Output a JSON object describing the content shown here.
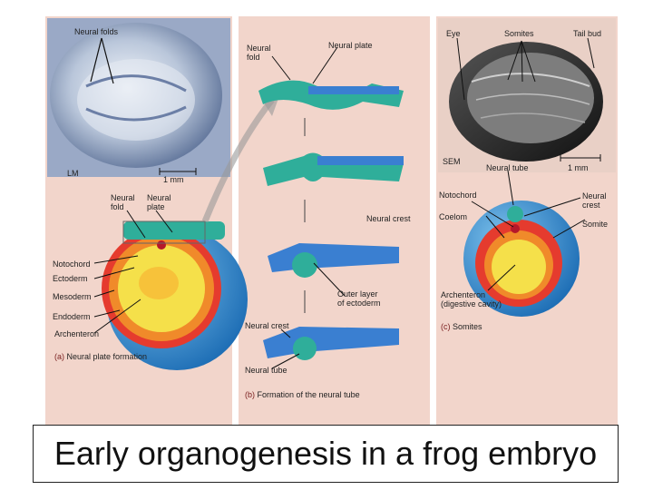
{
  "title": "Early organogenesis in a frog embryo",
  "panel_a": {
    "labels": {
      "neural_folds": "Neural folds",
      "lm": "LM",
      "scale": "1 mm",
      "neural_fold": "Neural\nfold",
      "neural_plate": "Neural\nplate",
      "notochord": "Notochord",
      "ectoderm": "Ectoderm",
      "mesoderm": "Mesoderm",
      "endoderm": "Endoderm",
      "archenteron": "Archenteron"
    },
    "caption_letter": "(a)",
    "caption_text": "Neural plate formation"
  },
  "panel_b": {
    "labels": {
      "neural_fold": "Neural\nfold",
      "neural_plate": "Neural plate",
      "neural_crest_1": "Neural crest",
      "outer_layer": "Outer layer\nof ectoderm",
      "neural_crest_2": "Neural crest",
      "neural_tube": "Neural tube"
    },
    "caption_letter": "(b)",
    "caption_text": "Formation of the neural tube"
  },
  "panel_c": {
    "labels": {
      "eye": "Eye",
      "somites": "Somites",
      "tail_bud": "Tail bud",
      "sem": "SEM",
      "neural_tube": "Neural tube",
      "scale": "1 mm",
      "notochord": "Notochord",
      "neural_crest": "Neural\ncrest",
      "coelom": "Coelom",
      "somite": "Somite",
      "archenteron": "Archenteron\n(digestive cavity)"
    },
    "caption_letter": "(c)",
    "caption_text": "Somites"
  }
}
